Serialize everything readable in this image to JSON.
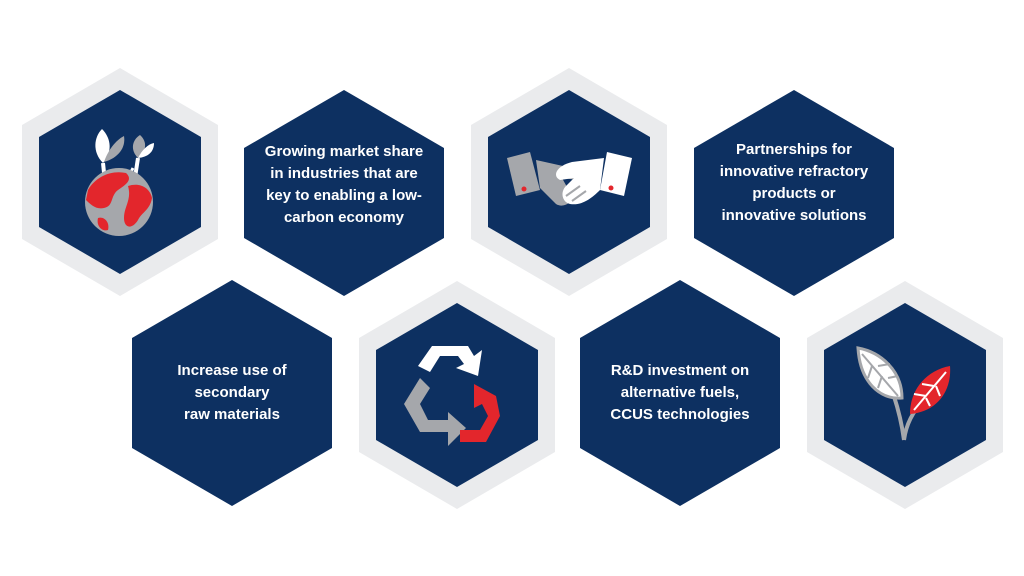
{
  "colors": {
    "navy": "#0d3061",
    "halo": "#eaebed",
    "red": "#e3262c",
    "gray": "#a5a7ab",
    "white": "#ffffff"
  },
  "tiles": [
    {
      "kind": "icon",
      "icon": "globe-with-sprouts-icon"
    },
    {
      "kind": "text",
      "text": "Growing market share\nin industries that are\nkey to enabling a low-\ncarbon economy"
    },
    {
      "kind": "icon",
      "icon": "handshake-icon"
    },
    {
      "kind": "text",
      "text": "Partnerships for\ninnovative refractory\nproducts or\ninnovative solutions"
    },
    {
      "kind": "text",
      "text": "Increase use of\nsecondary\nraw materials"
    },
    {
      "kind": "icon",
      "icon": "recycle-icon"
    },
    {
      "kind": "text",
      "text": "R&D investment on\nalternative fuels,\nCCUS technologies"
    },
    {
      "kind": "icon",
      "icon": "leaves-icon"
    }
  ]
}
